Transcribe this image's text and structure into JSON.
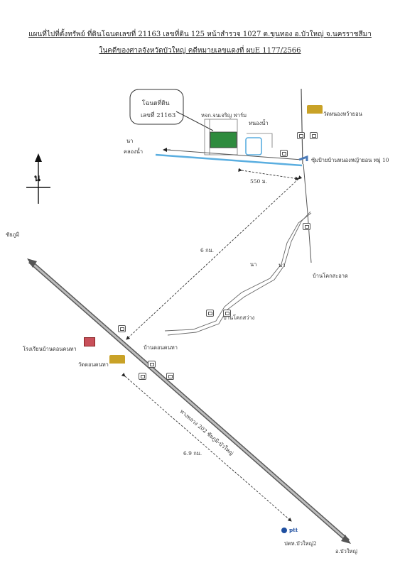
{
  "header": {
    "line1": "แผนที่ไปที่ตั้งทรัพย์ ที่ดินโฉนดเลขที่  21163   เลขที่ดิน  125   หน้าสำรวจ  1027   ต.ขุนทอง  อ.บัวใหญ่  จ.นครราชสีมา",
    "line2": "ในคดีของศาลจังหวัดบัวใหญ่   คดีหมายเลขแดงที่  ผบE 1177/2566"
  },
  "callout": {
    "line1": "โฉนดที่ดิน",
    "line2": "เลขที่ 21163"
  },
  "north": {
    "letter": "น"
  },
  "labels": {
    "farm": "หจก.จนเจริญ ฟาร์ม",
    "pond": "หนองน้ำ",
    "temple_north": "วัดหนองหว้ายอน",
    "field_top": "นา",
    "canal": "คลองน้ำ",
    "gate": "ซุ้มป้ายบ้านหนองหญ้ายอน หมู่ 10",
    "dist_550": "550 ม.",
    "chaiyaphum": "ชัยภูมิ",
    "dist_6": "6 กม.",
    "field_a": "นา",
    "field_b": "นา",
    "ban_khok_sa_at": "บ้านโคกสะอาด",
    "ban_khok_sawang": "บ้านโคกสว่าง",
    "school": "โรงเรียนบ้านดอนคนทา",
    "ban_don_khon_tha": "บ้านดอนคนทา",
    "temple_south": "วัดดอนคนทา",
    "highway": "ทางหลวง 202  ชัยภูมิ-บัวใหญ่",
    "dist_69": "6.9 กม.",
    "ptt_logo": "ptt",
    "ptt": "ปตท.บัวใหญ่2",
    "bua_yai": "อ.บัวใหญ่"
  },
  "colors": {
    "canal": "#5aaee0",
    "plot": "#2e8b3e",
    "pond": "#5aaee0",
    "road": "#555555",
    "highway": "#5a5a5a"
  }
}
